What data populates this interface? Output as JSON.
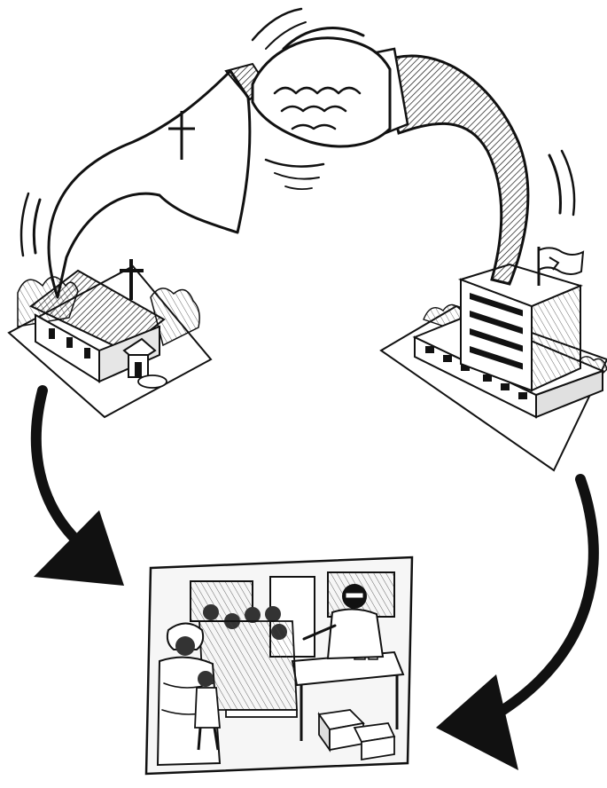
{
  "diagram": {
    "nodes": [
      {
        "id": "church",
        "icon": "church-icon"
      },
      {
        "id": "government",
        "icon": "government-building-icon"
      },
      {
        "id": "clinic",
        "icon": "clinic-scene-icon"
      }
    ],
    "links": [
      {
        "from": "church",
        "to": "government",
        "icon": "handshake-icon"
      },
      {
        "from": "church",
        "to": "clinic",
        "icon": "arrow-icon"
      },
      {
        "from": "government",
        "to": "clinic",
        "icon": "arrow-icon"
      }
    ],
    "colors": {
      "ink": "#111111",
      "paper": "#ffffff",
      "shade": "#d9d9d9"
    }
  }
}
